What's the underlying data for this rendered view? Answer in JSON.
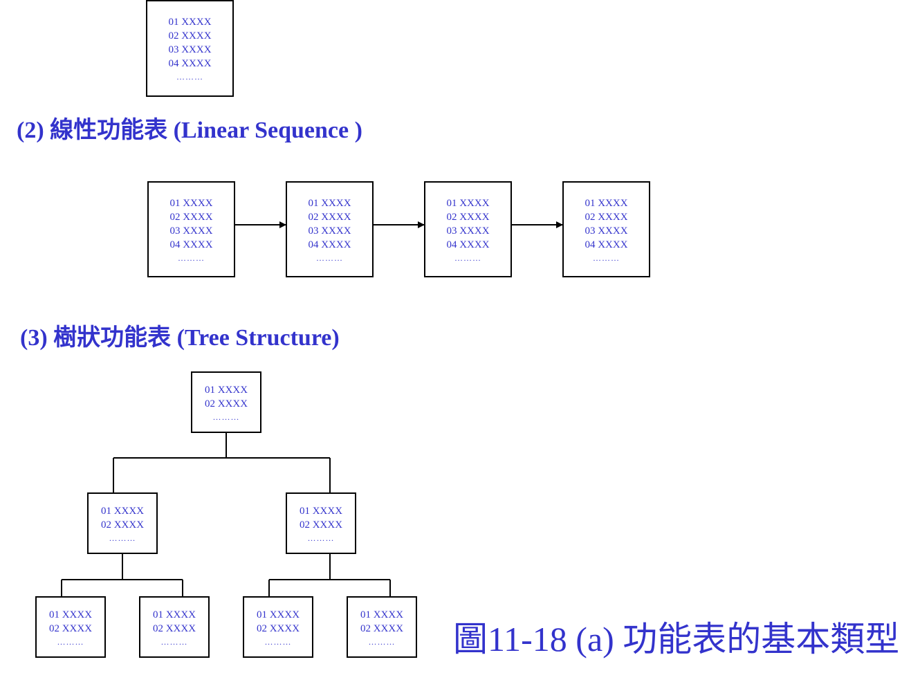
{
  "sections": {
    "linear": {
      "heading": "(2) 線性功能表 (Linear Sequence )"
    },
    "tree": {
      "heading": "(3) 樹狀功能表 (Tree Structure)"
    }
  },
  "menus": {
    "four_items": [
      "01 XXXX",
      "02 XXXX",
      "03 XXXX",
      "04 XXXX"
    ],
    "two_items": [
      "01 XXXX",
      "02 XXXX"
    ],
    "ellipsis": "………"
  },
  "caption": "圖11-18 (a) 功能表的基本類型",
  "colors": {
    "text": "#3333cc",
    "lines": "#000000"
  }
}
